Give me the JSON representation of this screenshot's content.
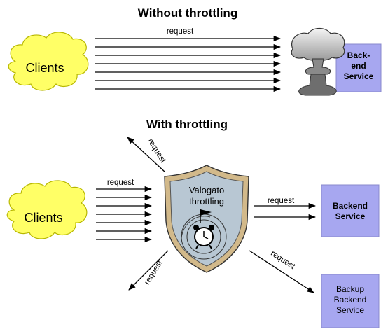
{
  "top_section": {
    "title": "Without throttling",
    "request_label": "request",
    "clients_label": "Clients",
    "backend_label_lines": [
      "Back-",
      "end",
      "Service"
    ]
  },
  "bottom_section": {
    "title": "With throttling",
    "clients_label": "Clients",
    "incoming_request_label": "request",
    "rejected_top_label": "request",
    "rejected_bottom_label": "request",
    "forwarded_label": "request",
    "backup_label": "request",
    "shield_label_lines": [
      "Valogato",
      "throttling"
    ],
    "backend_label_lines": [
      "Backend",
      "Service"
    ],
    "backup_backend_label_lines": [
      "Backup",
      "Backend",
      "Service"
    ]
  },
  "colors": {
    "cloud_fill": "#ffff66",
    "service_box_fill": "#a7a7f0",
    "shield_fill": "#b8c7d3",
    "shield_border": "#d2b98a"
  }
}
